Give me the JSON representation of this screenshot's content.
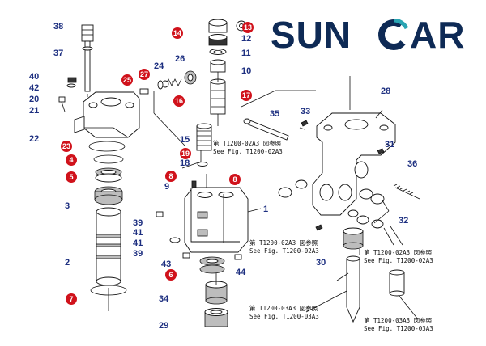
{
  "logo": {
    "text_left": "SUN",
    "text_right": "AR",
    "color": "#0e2a55",
    "accent": "#2aa5b3"
  },
  "colors": {
    "callout_text": "#1d2f80",
    "badge_fill": "#d0121b"
  },
  "plain_labels": {
    "l38": "38",
    "l37": "37",
    "l40": "40",
    "l42": "42",
    "l20": "20",
    "l21": "21",
    "l22": "22",
    "l3": "3",
    "l2": "2",
    "l24": "24",
    "l26": "26",
    "l12": "12",
    "l11": "11",
    "l10": "10",
    "l15": "15",
    "l18": "18",
    "l9": "9",
    "l39a": "39",
    "l41a": "41",
    "l41b": "41",
    "l39b": "39",
    "l43": "43",
    "l44": "44",
    "l34": "34",
    "l29": "29",
    "l1": "1",
    "l28": "28",
    "l35": "35",
    "l33": "33",
    "l31": "31",
    "l36": "36",
    "l32": "32",
    "l30": "30"
  },
  "badges": {
    "b23": "23",
    "b4": "4",
    "b5": "5",
    "b7": "7",
    "b25": "25",
    "b27": "27",
    "b14": "14",
    "b13": "13",
    "b16": "16",
    "b17": "17",
    "b19": "19",
    "b8a": "8",
    "b8b": "8",
    "b6": "6"
  },
  "notes": {
    "n1_jp": "第 T1200-02A3 図参照",
    "n1_en": "See Fig. T1200-02A3",
    "n2_jp": "第 T1200-02A3 図参照",
    "n2_en": "See Fig. T1200-02A3",
    "n3_jp": "第 T1200-02A3 図参照",
    "n3_en": "See Fig. T1200-02A3",
    "n4_jp": "第 T1200-03A3 図参照",
    "n4_en": "See Fig. T1200-03A3",
    "n5_jp": "第 T1200-03A3 図参照",
    "n5_en": "See Fig. T1200-03A3"
  }
}
